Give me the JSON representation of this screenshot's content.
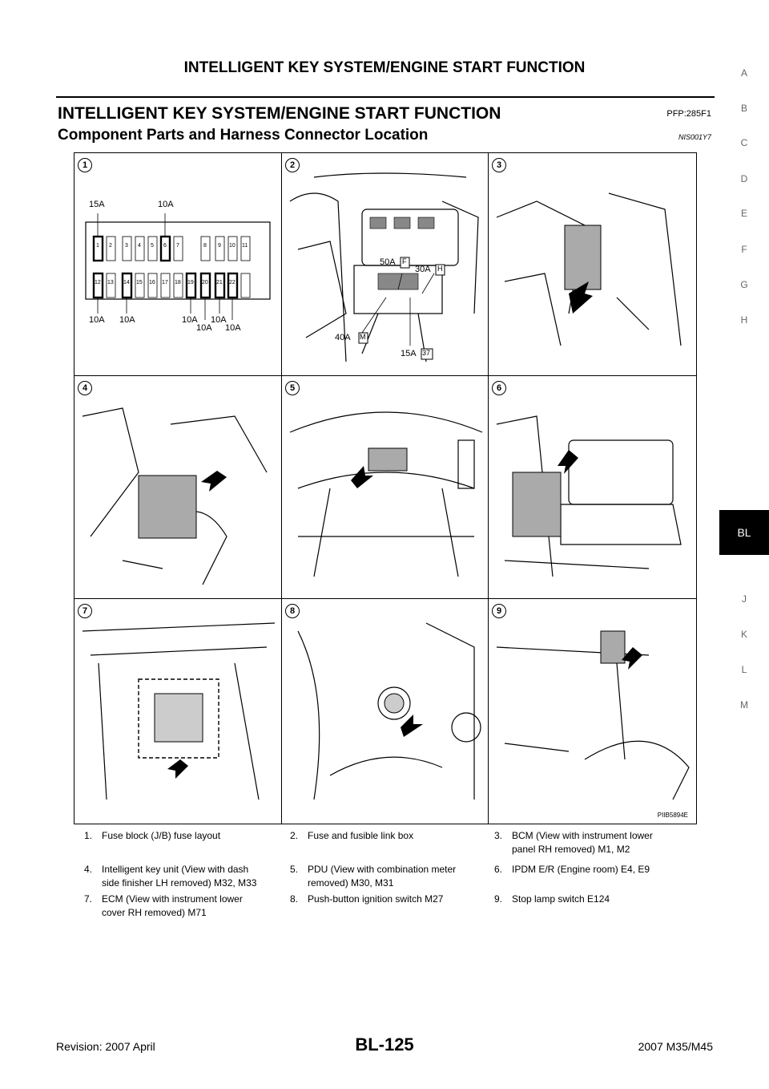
{
  "header": {
    "running_title": "INTELLIGENT KEY SYSTEM/ENGINE START FUNCTION"
  },
  "section": {
    "title": "INTELLIGENT KEY SYSTEM/ENGINE START FUNCTION",
    "code": "PFP:285F1"
  },
  "subsection": {
    "title": "Component Parts and Harness Connector Location",
    "code": "NIS001Y7"
  },
  "sidebar": {
    "letters": [
      "A",
      "B",
      "C",
      "D",
      "E",
      "F",
      "G",
      "H",
      "BL",
      "J",
      "K",
      "L",
      "M"
    ],
    "active": "BL"
  },
  "figure": {
    "id": "PIIB5894E",
    "panel_numbers": [
      "1",
      "2",
      "3",
      "4",
      "5",
      "6",
      "7",
      "8",
      "9"
    ],
    "fuse_layout": {
      "top_labels": [
        "15A",
        "10A"
      ],
      "row1": [
        "1",
        "2",
        "3",
        "4",
        "5",
        "6",
        "7",
        "8",
        "9",
        "10",
        "11"
      ],
      "row2": [
        "12",
        "13",
        "14",
        "15",
        "16",
        "17",
        "18",
        "19",
        "20",
        "21",
        "22"
      ],
      "bottom_labels": [
        "10A",
        "10A",
        "10A",
        "10A",
        "10A",
        "10A"
      ]
    },
    "fusible_link_labels": [
      "50A",
      "F",
      "30A",
      "H",
      "40A",
      "M",
      "15A",
      "37"
    ]
  },
  "legend": [
    {
      "num": "1.",
      "text": "Fuse block (J/B) fuse layout"
    },
    {
      "num": "2.",
      "text": "Fuse and fusible link box"
    },
    {
      "num": "3.",
      "text": "BCM (View with instrument lower",
      "text2": "panel RH removed) M1, M2"
    },
    {
      "num": "4.",
      "text": "Intelligent key unit (View with dash",
      "text2": "side finisher LH removed) M32, M33"
    },
    {
      "num": "5.",
      "text": "PDU (View with combination meter",
      "text2": "removed) M30, M31"
    },
    {
      "num": "6.",
      "text": "IPDM E/R (Engine room) E4, E9"
    },
    {
      "num": "7.",
      "text": "ECM (View with instrument lower",
      "text2": "cover RH removed) M71"
    },
    {
      "num": "8.",
      "text": "Push-button ignition switch M27"
    },
    {
      "num": "9.",
      "text": "Stop lamp switch  E124"
    }
  ],
  "footer": {
    "revision": "Revision: 2007 April",
    "page": "BL-125",
    "model": "2007 M35/M45"
  }
}
